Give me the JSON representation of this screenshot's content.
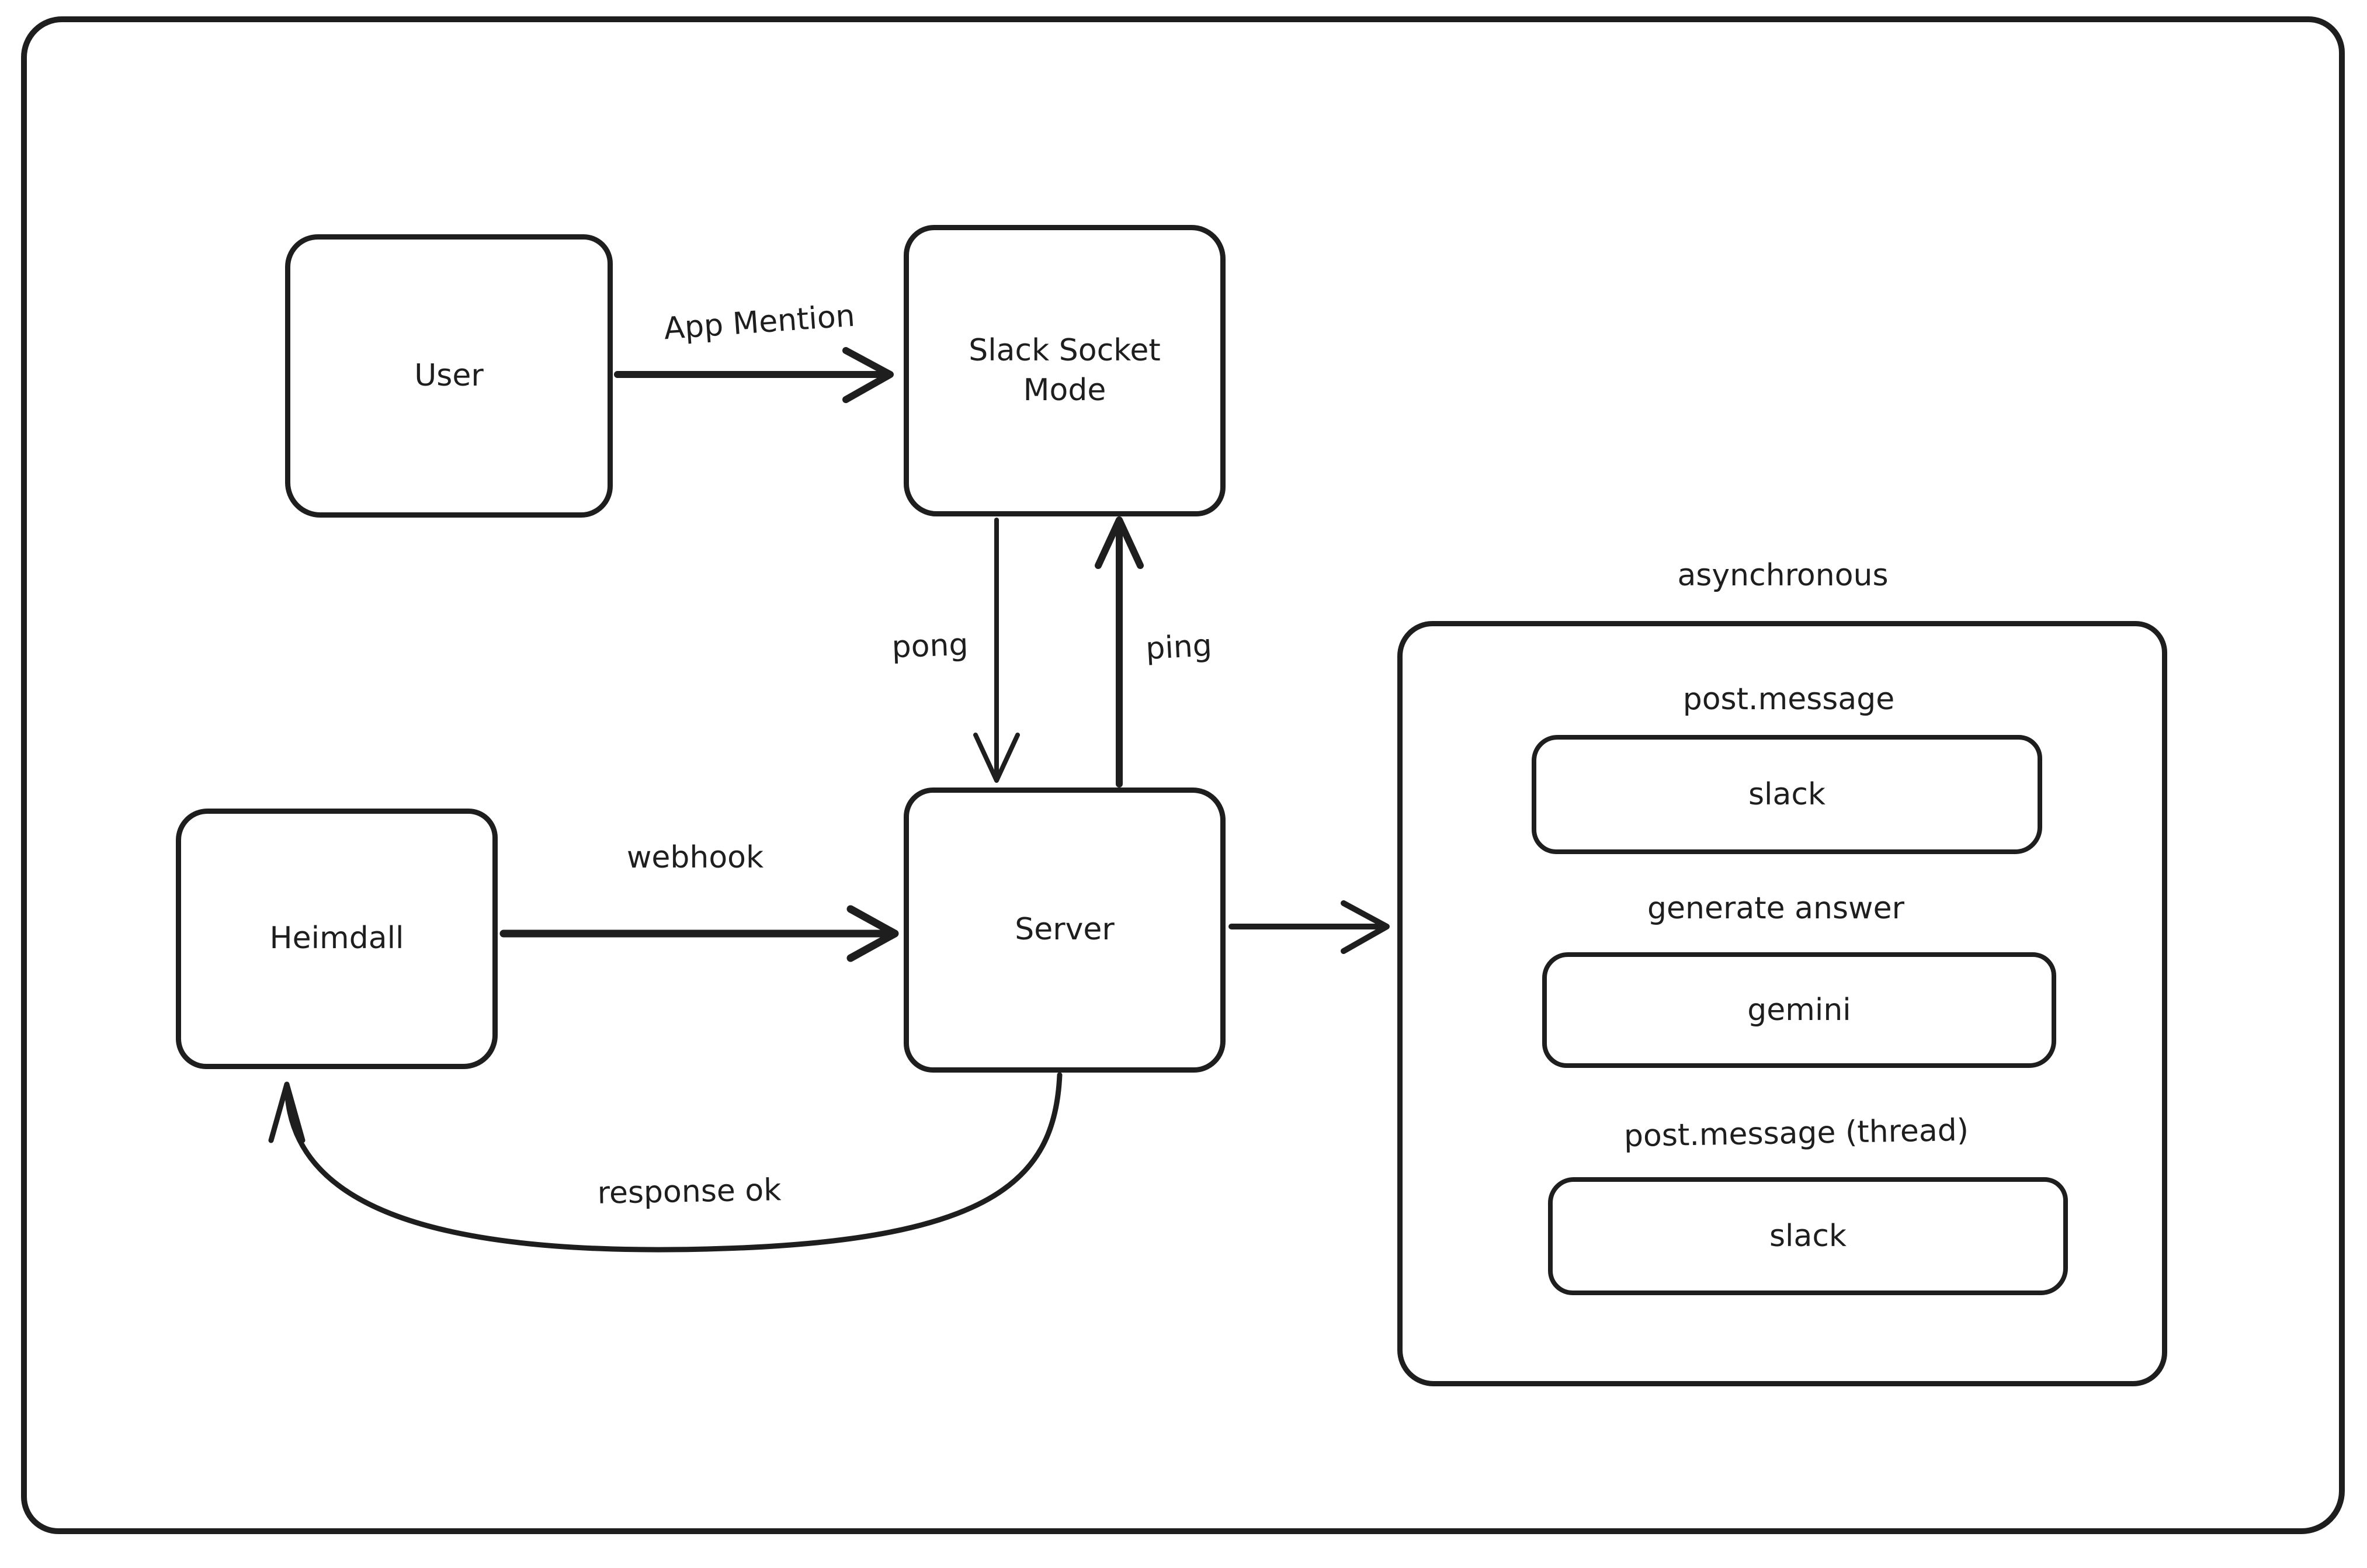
{
  "diagram": {
    "background": "#ffffff",
    "stroke_color": "#1e1e1e",
    "nodes": {
      "user": {
        "label": "User"
      },
      "slack_socket_mode": {
        "label": "Slack Socket Mode"
      },
      "heimdall": {
        "label": "Heimdall"
      },
      "server": {
        "label": "Server"
      }
    },
    "edges": {
      "app_mention": {
        "label": "App Mention",
        "from": "user",
        "to": "slack_socket_mode"
      },
      "pong": {
        "label": "pong",
        "from": "slack_socket_mode",
        "to": "server"
      },
      "ping": {
        "label": "ping",
        "from": "server",
        "to": "slack_socket_mode"
      },
      "webhook": {
        "label": "webhook",
        "from": "heimdall",
        "to": "server"
      },
      "to_async": {
        "label": "",
        "from": "server",
        "to": "asynchronous"
      },
      "response_ok": {
        "label": "response ok",
        "from": "server",
        "to": "heimdall"
      }
    },
    "async_group": {
      "title": "asynchronous",
      "steps": [
        {
          "caption": "post.message",
          "box_label": "slack"
        },
        {
          "caption": "generate answer",
          "box_label": "gemini"
        },
        {
          "caption": "post.message (thread)",
          "box_label": "slack"
        }
      ]
    }
  }
}
